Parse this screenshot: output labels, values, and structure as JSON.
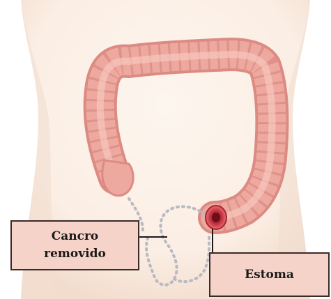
{
  "labels": {
    "cancer_removed_line1": "Cancro",
    "cancer_removed_line2": "removido",
    "stoma": "Estoma"
  },
  "colors": {
    "skin": "#fbeee4",
    "colon_fill": "#eda99f",
    "colon_shade": "#dc8b83",
    "stoma": "#c42f3a",
    "label_fill": "#f6d3c8",
    "label_border": "#3a2a28"
  }
}
